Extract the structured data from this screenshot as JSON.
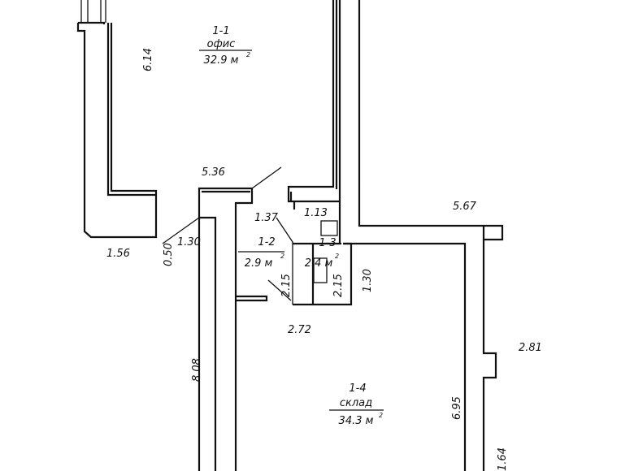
{
  "rooms": [
    {
      "number": "1-1",
      "name": "офис",
      "area": "32.9 м",
      "unit_sup": "2"
    },
    {
      "number": "1-2",
      "name": "",
      "area": "2.9 м",
      "unit_sup": "2"
    },
    {
      "number": "1-3",
      "name": "",
      "area": "2.4 м",
      "unit_sup": "2"
    },
    {
      "number": "1-4",
      "name": "склад",
      "area": "34.3 м",
      "unit_sup": "2"
    }
  ],
  "dimensions": {
    "d614": "6.14",
    "d536": "5.36",
    "d156": "1.56",
    "d050": "0.50",
    "d130a": "1.30",
    "d137": "1.37",
    "d113": "1.13",
    "d215a": "2.15",
    "d215b": "2.15",
    "d130b": "1.30",
    "d567": "5.67",
    "d272": "2.72",
    "d808": "8.08",
    "d695": "6.95",
    "d281": "2.81",
    "d164": "1.64"
  },
  "colors": {
    "line": "#111111",
    "background": "#ffffff"
  }
}
